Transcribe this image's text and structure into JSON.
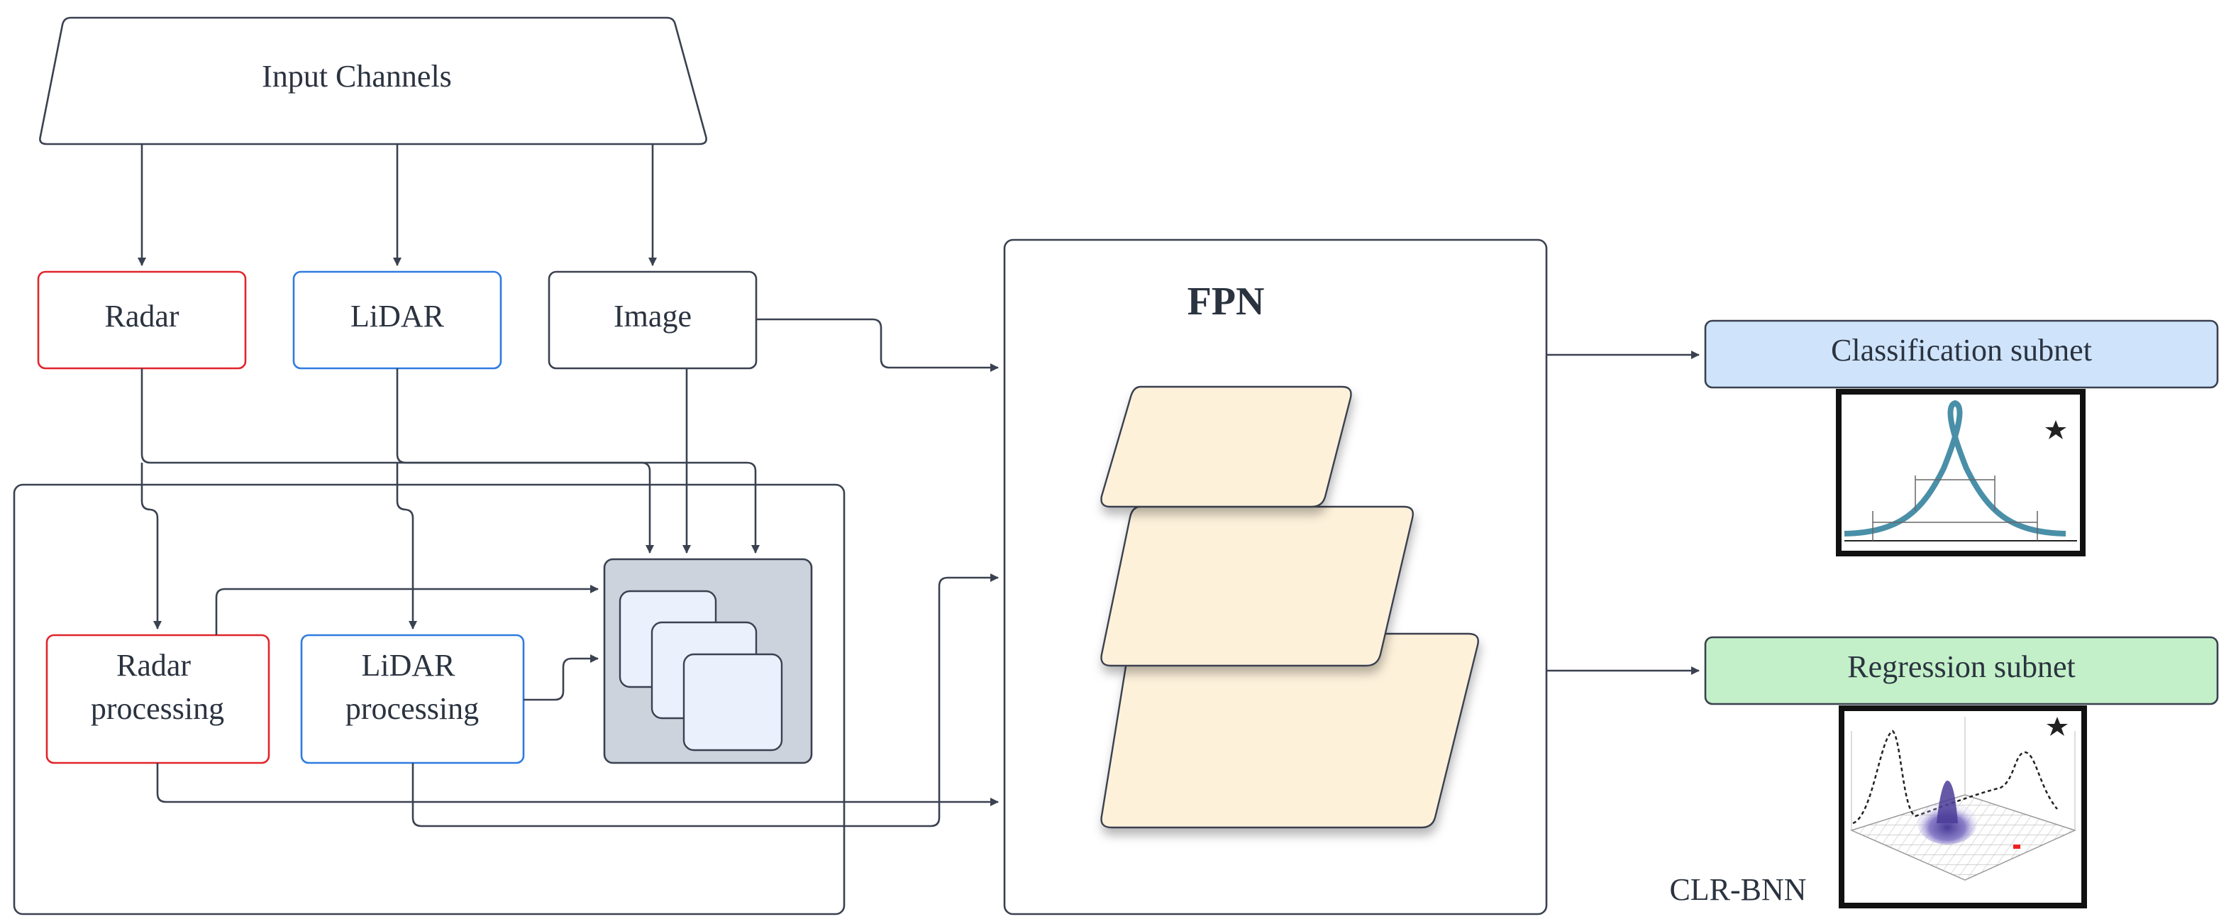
{
  "nodes": {
    "input_channels": "Input Channels",
    "radar": "Radar",
    "lidar": "LiDAR",
    "image": "Image",
    "radar_processing": [
      "Radar",
      "processing"
    ],
    "lidar_processing": [
      "LiDAR",
      "processing"
    ],
    "fpn": "FPN",
    "classification_subnet": "Classification subnet",
    "regression_subnet": "Regression subnet",
    "clr_bnn": "CLR-BNN"
  },
  "colors": {
    "radar_border": "#e0252b",
    "lidar_border": "#2f7be0",
    "neutral_border": "#3a4150",
    "classification_fill": "#cfe4fb",
    "regression_fill": "#c3f0c8",
    "fpn_layer_fill": "#fdf1da",
    "fusion_stack_fill": "#cdd3dc",
    "fusion_card_fill": "#eaf1fd"
  },
  "icons": {
    "classification_plot": "gaussian-bell-curve-icon",
    "regression_plot": "3d-probability-surface-icon"
  }
}
